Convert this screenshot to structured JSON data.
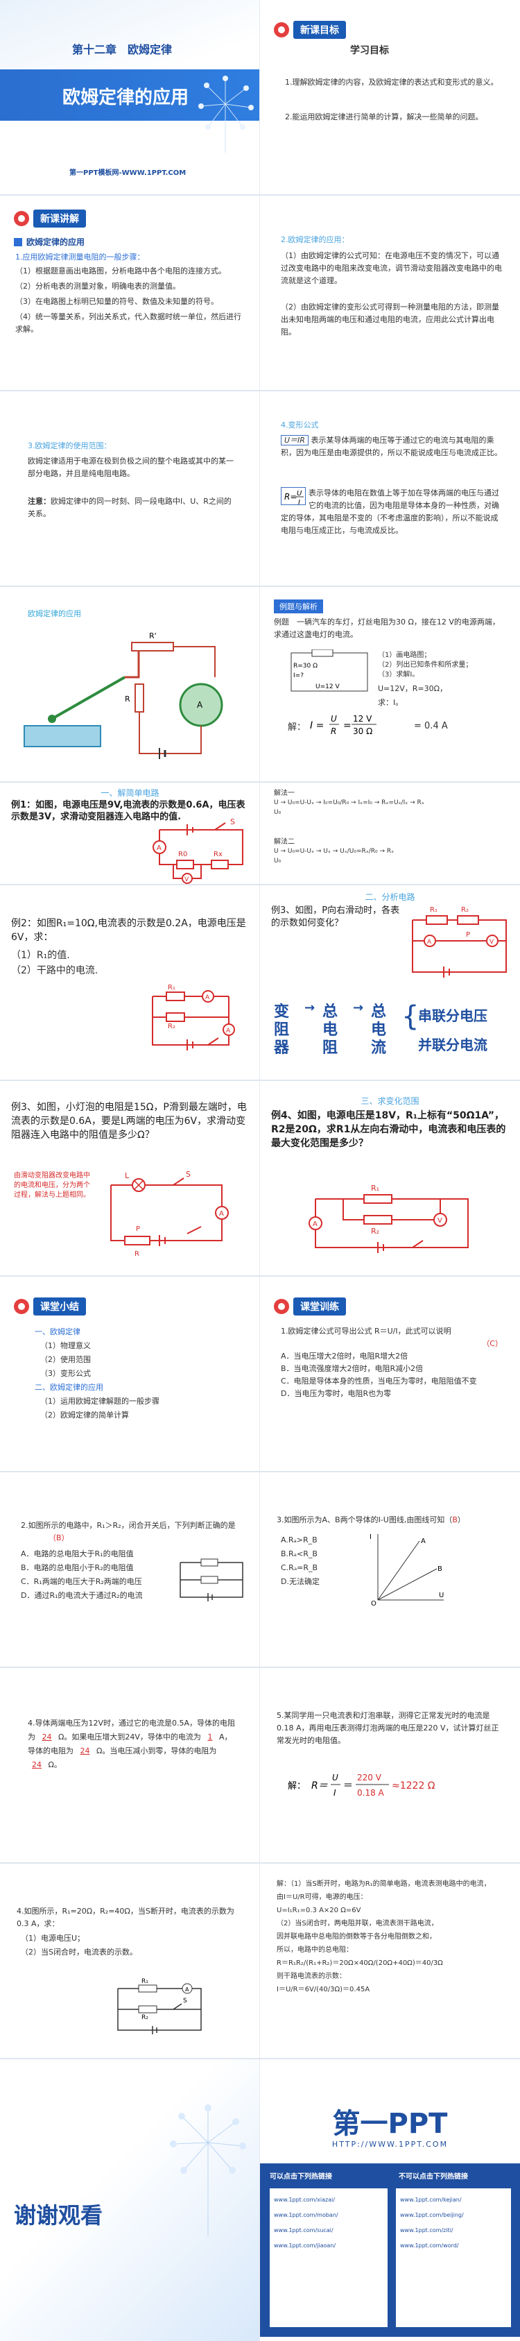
{
  "s1": {
    "chapter": "第十二章　欧姆定律",
    "title": "欧姆定律的应用",
    "footer": "第一PPT模板网-WWW.1PPT.COM"
  },
  "s2": {
    "badge": "新课目标",
    "heading": "学习目标",
    "items": [
      "1.理解欧姆定律的内容，及欧姆定律的表达式和变形式的意义。",
      "2.能运用欧姆定律进行简单的计算，解决一些简单的问题。"
    ]
  },
  "s3": {
    "badge": "新课讲解",
    "sub": "欧姆定律的应用",
    "section": "1.应用欧姆定律测量电阻的一般步骤：",
    "items": [
      "（1）根据题意画出电路图，分析电路中各个电阻的连接方式。",
      "（2）分析电表的测量对象，明确电表的测量值。",
      "（3）在电路图上标明已知量的符号、数值及未知量的符号。",
      "（4）统一等量关系，列出关系式，代入数据时统一单位，然后进行求解。"
    ]
  },
  "s4": {
    "section": "2.欧姆定律的应用：",
    "items": [
      "（1）由欧姆定律的公式可知：在电源电压不变的情况下，可以通过改变电路中的电阻来改变电流，调节滑动变阻器改变电路中的电流就是这个道理。",
      "（2）由欧姆定律的变形公式可得到一种测量电阻的方法，即测量出未知电阻两端的电压和通过电阻的电流，应用此公式计算出电阻。"
    ]
  },
  "s5": {
    "section": "3.欧姆定律的使用范围：",
    "text": "欧姆定律适用于电源在极到负极之间的整个电路或其中的某一部分电路，并且是纯电阻电路。",
    "note_label": "注意：",
    "note": "欧姆定律中的同一时刻、同一段电路中I、U、R之间的关系。"
  },
  "s6": {
    "section": "4.变形公式",
    "f1": "U＝IR",
    "f1_text": "表示某导体两端的电压等于通过它的电流与其电阻的乘积，因为电压是由电源提供的，所以不能说成电压与电流成正比。",
    "f2_text": "表示导体的电阻在数值上等于加在导体两端的电压与通过它的电流的比值，因为电阻是导体本身的一种性质，对确定的导体，其电阻是不变的（不考虑温度的影响），所以不能说成电阻与电压成正比，与电流成反比。"
  },
  "s7": {
    "section": "欧姆定律的应用",
    "labels": [
      "R'",
      "R",
      "A"
    ]
  },
  "s8": {
    "tag": "例题与解析",
    "example": "例题　一辆汽车的车灯，灯丝电阻为30 Ω，接在12 V的电源两端，求通过这盏电灯的电流。",
    "steps": [
      "（1）画电路图；",
      "（2）列出已知条件和所求量；",
      "（3）求解I。"
    ],
    "known": "U=12V，R=30Ω，",
    "find": "求：I。",
    "solve_label": "解：",
    "result": "= 0.4 A",
    "circuit": [
      "R=30 Ω",
      "I=?",
      "U=12 V"
    ]
  },
  "s9": {
    "heading": "一、解简单电路",
    "problem": "例1：如图，电源电压是9V,电流表的示数是0.6A，电压表示数是3V，求滑动变阻器连入电路中的值.",
    "labels": [
      "S",
      "A",
      "R0",
      "Rx",
      "V"
    ]
  },
  "s10": {
    "sol1": "解法一",
    "sol2": "解法二",
    "a1": [
      "U",
      "U₀",
      "U₀=U-Uₓ",
      "I₀=U₀/R₀",
      "Iₓ=I₀",
      "Rₓ=Uₓ/Iₓ",
      "Rₓ"
    ],
    "a2": [
      "U",
      "U₀",
      "U₀=U-Uₓ",
      "Uₓ",
      "Uₓ/U₀=Rₓ/R₀",
      "Rₓ"
    ]
  },
  "s11": {
    "problem": "例2：如图R₁=10Ω,电流表的示数是0.2A，电源电压是6V，求：",
    "q": [
      "（1）R₁的值.",
      "（2）干路中的电流."
    ],
    "labels": [
      "R₁",
      "R₂",
      "A",
      "A"
    ]
  },
  "s12": {
    "heading": "二、分析电路",
    "problem": "例3、如图，P向右滑动时，各表的示数如何变化？",
    "labels": [
      "R₁",
      "R₂",
      "A",
      "V",
      "P"
    ],
    "chain": [
      "变阻器",
      "总电阻",
      "总电流"
    ],
    "ops": [
      "串联分电压",
      "并联分电流"
    ]
  },
  "s13": {
    "problem": "例3、如图，小灯泡的电阻是15Ω，P滑到最左端时，电流表的示数是0.6A，要是L两端的电压为6V，求滑动变阻器连入电路中的阻值是多少Ω？",
    "hint": "由滑动变阻器改变电路中的电流和电压，分为两个过程，解法与上题相同。",
    "labels": [
      "L",
      "S",
      "A",
      "P",
      "R"
    ]
  },
  "s14": {
    "heading": "三、求变化范围",
    "problem": "例4、如图，电源电压是18V，R₁上标有“50Ω1A”，R2是20Ω，求R1从左向右滑动中，电流表和电压表的最大变化范围是多少？",
    "labels": [
      "R₁",
      "R₂",
      "A",
      "V"
    ]
  },
  "s15": {
    "badge": "课堂小结",
    "h1": "一、欧姆定律",
    "i1": [
      "（1）物理意义",
      "（2）使用范围",
      "（3）变形公式"
    ],
    "h2": "二、欧姆定律的应用",
    "i2": [
      "（1）运用欧姆定律解题的一般步骤",
      "（2）欧姆定律的简单计算"
    ]
  },
  "s16": {
    "badge": "课堂训练",
    "q": "1.欧姆定律公式可导出公式 R＝U/I，此式可以说明",
    "answer": "（C）",
    "options": [
      "A．当电压增大2倍时，电阻R增大2倍",
      "B．当电流强度增大2倍时，电阻R减小2倍",
      "C．电阻是导体本身的性质，当电压为零时，电阻阻值不变",
      "D．当电压为零时，电阻R也为零"
    ]
  },
  "s17": {
    "q": "2.如图所示的电路中，R₁＞R₂，闭合开关后，下列判断正确的是",
    "answer": "（B）",
    "options": [
      "A．电路的总电阻大于R₁的电阻值",
      "B．电路的总电阻小于R₂的电阻值",
      "C．R₁两端的电压大于R₂两端的电压",
      "D．通过R₁的电流大于通过R₂的电流"
    ]
  },
  "s18": {
    "q": "3.如图所示为A、B两个导体的I-U图线,由图线可知（",
    "answer": "B",
    "q_end": "）",
    "options": [
      "A.Rₐ>R_B",
      "B.Rₐ<R_B",
      "C.Rₐ=R_B",
      "D.无法确定"
    ],
    "labels": [
      "I",
      "U",
      "O",
      "A",
      "B"
    ]
  },
  "s19": {
    "text": "4.导体两端电压为12V时，通过它的电流是0.5A，导体的电阻为",
    "a1": "24",
    "t2": "Ω。如果电压增大到24V，导体中的电流为",
    "a2": "1",
    "t3": "A，导体的电阻为",
    "a3": "24",
    "t4": "Ω。当电压减小到零，导体的电阻为",
    "a4": "24",
    "t5": "Ω。"
  },
  "s20": {
    "q": "5.某同学用一只电流表和灯泡串联，测得它正常发光时的电流是0.18 A，再用电压表测得灯泡两端的电压是220 V，试计算灯丝正常发光时的电阻值。",
    "solution": "解：R＝U/I＝220 V/0.18 A≈1222 Ω"
  },
  "s21": {
    "q": "4.如图所示，R₁=20Ω，R₂=40Ω，当S断开时，电流表的示数为0.3 A，求：",
    "items": [
      "（1）电源电压U；",
      "（2）当S闭合时，电流表的示数。"
    ],
    "labels": [
      "R₁",
      "R₂",
      "A",
      "S"
    ]
  },
  "s22": {
    "lines": [
      "解：（1）当S断开时，电路为R₁的简单电路，电流表测电路中的电流，",
      "由I＝U/R可得，电源的电压：",
      "U=I₁R₁=0.3 A×20 Ω=6V",
      "（2）当S闭合时，两电阻并联，电流表测干路电流，",
      "因并联电路中总电阻的倒数等于各分电阻倒数之和，",
      "所以，电路中的总电阻：",
      "R＝R₁R₂/(R₁+R₂)＝20Ω×40Ω/(20Ω+40Ω)＝40/3Ω",
      "则干路电流表的示数：",
      "I＝U/R＝6V/(40/3Ω)＝0.45A"
    ]
  },
  "s23": {
    "thanks": "谢谢观看"
  },
  "s24": {
    "logo": "第一PPT",
    "url": "HTTP://WWW.1PPT.COM",
    "col1": "可以点击下列热链接",
    "col2": "不可以点击下列热链接",
    "links": [
      "www.1ppt.com/xiazai/",
      "www.1ppt.com/moban/",
      "www.1ppt.com/sucai/",
      "www.1ppt.com/jiaoan/",
      "www.1ppt.com/kejian/",
      "www.1ppt.com/beijing/",
      "www.1ppt.com/ziti/",
      "www.1ppt.com/word/"
    ]
  }
}
